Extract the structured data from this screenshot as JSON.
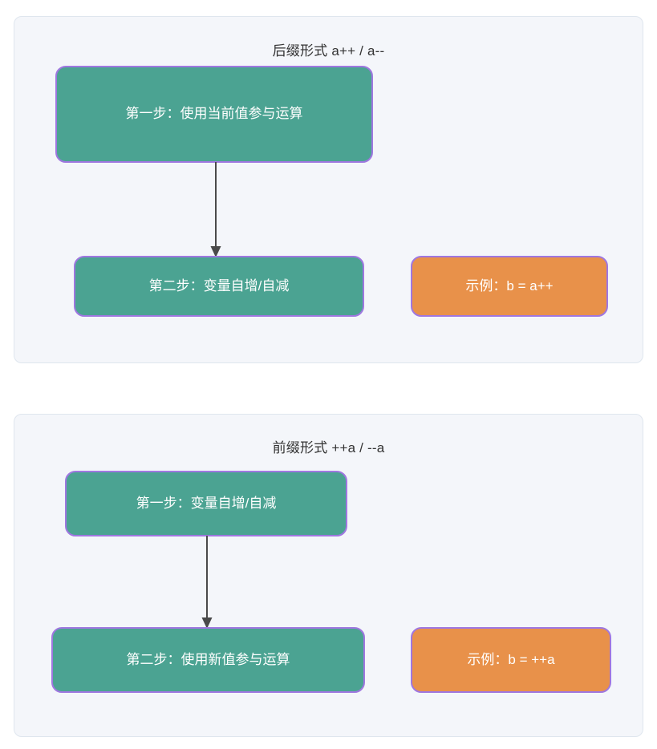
{
  "diagram": {
    "type": "flowchart",
    "colors": {
      "panel_background": "#f4f6fa",
      "panel_border": "#dfe6ee",
      "node_teal": "#4ba392",
      "node_orange": "#e8914a",
      "node_border": "#9f77e0",
      "arrow": "#4a4a4a",
      "title_text": "#333333",
      "node_text": "#ffffff"
    },
    "panels": [
      {
        "id": "postfix",
        "title": "后缀形式 a++ / a--",
        "nodes": [
          {
            "id": "p1-step1",
            "label": "第一步：使用当前值参与运算",
            "style": "teal"
          },
          {
            "id": "p1-step2",
            "label": "第二步：变量自增/自减",
            "style": "teal"
          },
          {
            "id": "p1-example",
            "label": "示例：b = a++",
            "style": "orange"
          }
        ],
        "edges": [
          {
            "from": "p1-step1",
            "to": "p1-step2",
            "label": ""
          }
        ]
      },
      {
        "id": "prefix",
        "title": "前缀形式 ++a / --a",
        "nodes": [
          {
            "id": "p2-step1",
            "label": "第一步：变量自增/自减",
            "style": "teal"
          },
          {
            "id": "p2-step2",
            "label": "第二步：使用新值参与运算",
            "style": "teal"
          },
          {
            "id": "p2-example",
            "label": "示例：b = ++a",
            "style": "orange"
          }
        ],
        "edges": [
          {
            "from": "p2-step1",
            "to": "p2-step2",
            "label": ""
          }
        ]
      }
    ]
  }
}
